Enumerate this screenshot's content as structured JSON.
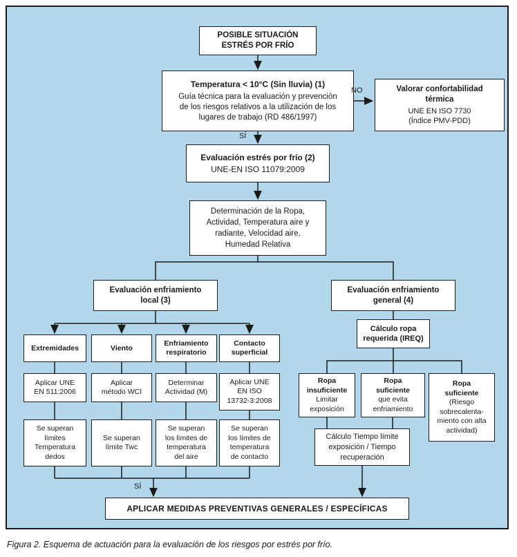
{
  "caption": "Figura 2. Esquema de actuación para la evaluación de los riesgos por estrés por frío.",
  "labels": {
    "no": "NO",
    "si": "SÍ"
  },
  "colors": {
    "background": "#b2d6ea",
    "box_bg": "#ffffff",
    "line": "#1a1a1a"
  },
  "nodes": {
    "start": {
      "title": "POSIBLE SITUACIÓN\nESTRÉS POR FRÍO"
    },
    "temperatura": {
      "title": "Temperatura < 10°C  (Sin lluvia) (1)",
      "body": "Guía técnica para la evaluación y prevención\nde los riesgos relativos a la utilización de los\nlugares de trabajo (RD 486/1997)"
    },
    "valorar": {
      "title": "Valorar confortabilidad\ntérmica",
      "body": "UNE EN ISO 7730\n(Índice PMV-PDD)"
    },
    "eval_estres": {
      "title": "Evaluación estrés por frío (2)",
      "body": "UNE-EN ISO 11079:2009"
    },
    "determinacion": {
      "body": "Determinación de la Ropa,\nActividad, Temperatura aire y\nradiante, Velocidad aire,\nHumedad Relativa"
    },
    "local": {
      "title": "Evaluación enfriamiento\nlocal (3)"
    },
    "general": {
      "title": "Evaluación enfriamiento\ngeneral (4)"
    },
    "extremidades": {
      "title": "Extremidades"
    },
    "viento": {
      "title": "Viento"
    },
    "enfriamiento_respiratorio": {
      "title": "Enfriamiento\nrespiratorio"
    },
    "contacto_superficial": {
      "title": "Contacto\nsuperficial"
    },
    "aplicar_une_511": {
      "body": "Aplicar UNE\nEN 511:2006"
    },
    "aplicar_wci": {
      "body": "Aplicar\nmétodo WCI"
    },
    "determinar_actividad": {
      "body": "Determinar\nActividad (M)"
    },
    "aplicar_iso_13732": {
      "body": "Aplicar UNE\nEN ISO\n13732-3:2008"
    },
    "superan_dedos": {
      "body": "Se superan\nlímites\nTemperatura\ndedos"
    },
    "superan_twc": {
      "body": "Se superan\nlímite Twc"
    },
    "superan_aire": {
      "body": "Se superan\nlos límites de\ntemperatura\ndel aire"
    },
    "superan_contacto": {
      "body": "Se superan\nlos límites de\ntemperatura\nde contacto"
    },
    "calculo_ropa": {
      "title": "Cálculo ropa\nrequerida (IREQ)"
    },
    "ropa_insuficiente": {
      "title": "Ropa\ninsuficiente",
      "body": "Limitar\nexposición"
    },
    "ropa_suficiente_evita": {
      "title": "Ropa\nsuficiente",
      "body": "que evita\nenfriamiento"
    },
    "ropa_suficiente_riesgo": {
      "title": "Ropa\nsuficiente",
      "body": "(Riesgo\nsobrecalenta-\nmiento con alta\nactividad)"
    },
    "calculo_tiempo": {
      "body": "Cálculo Tiempo límite\nexposición / Tiempo\nrecuperación"
    },
    "final": {
      "title": "APLICAR MEDIDAS PREVENTIVAS GENERALES / ESPECÍFICAS"
    }
  }
}
